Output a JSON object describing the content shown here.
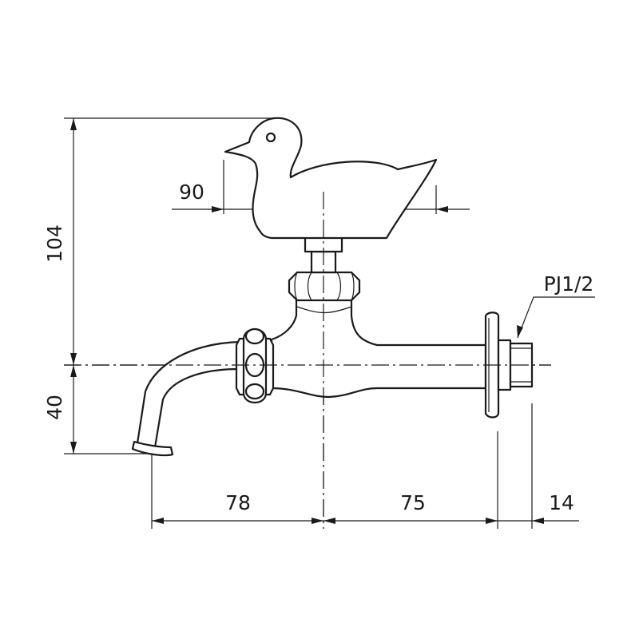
{
  "dimensions": {
    "height_total": "104",
    "height_lower": "40",
    "handle_width": "90",
    "spout_reach": "78",
    "body_length": "75",
    "thread_length": "14"
  },
  "thread_spec": "PJ1/2"
}
